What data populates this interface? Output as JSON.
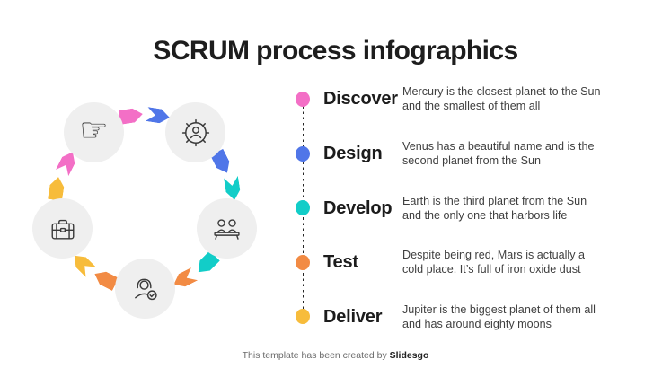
{
  "title": "SCRUM process infographics",
  "palette": {
    "pink": "#F36FC6",
    "blue": "#5076E8",
    "teal": "#12CDC8",
    "orange": "#F28B44",
    "yellow": "#F7BC3B"
  },
  "cycle": {
    "nodes": [
      {
        "icon": "pointing-hand-icon",
        "glyph": "☞"
      },
      {
        "icon": "gear-user-icon"
      },
      {
        "icon": "team-desk-icon"
      },
      {
        "icon": "user-check-icon"
      },
      {
        "icon": "briefcase-icon"
      }
    ]
  },
  "timeline": {
    "items": [
      {
        "label": "Discover",
        "color": "pink",
        "line1": "Mercury is the closest planet to the Sun",
        "line2": "and the smallest of them all"
      },
      {
        "label": "Design",
        "color": "blue",
        "line1": "Venus has a beautiful name and is the",
        "line2": "second planet from the Sun"
      },
      {
        "label": "Develop",
        "color": "teal",
        "line1": "Earth is the third planet from the Sun",
        "line2": "and the only one that harbors life"
      },
      {
        "label": "Test",
        "color": "orange",
        "line1": "Despite being red, Mars is actually a",
        "line2": "cold place. It’s full of iron oxide dust"
      },
      {
        "label": "Deliver",
        "color": "yellow",
        "line1": "Jupiter is the biggest planet of them all",
        "line2": "and has around eighty moons"
      }
    ]
  },
  "footer": {
    "prefix": "This template has been created by ",
    "brand": "Slidesgo"
  }
}
